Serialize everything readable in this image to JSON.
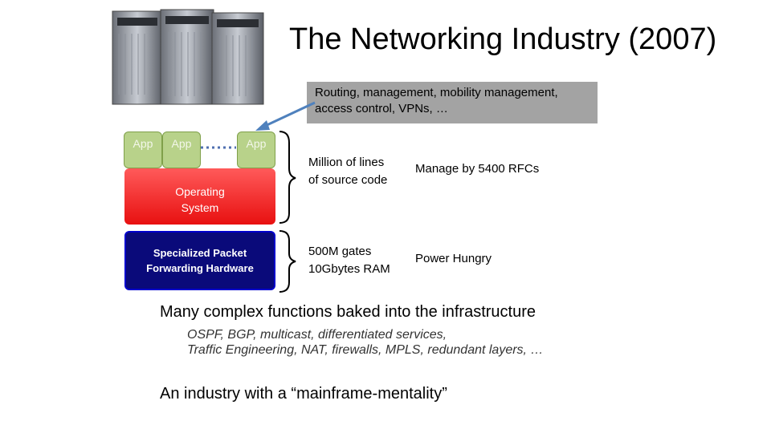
{
  "title": "The Networking Industry (2007)",
  "callout": {
    "line1": "Routing, management, mobility management,",
    "line2": "access control, VPNs, …"
  },
  "stack": {
    "apps": [
      "App",
      "App",
      "App"
    ],
    "os_line1": "Operating",
    "os_line2": "System",
    "hw_line1": "Specialized Packet",
    "hw_line2": "Forwarding Hardware"
  },
  "facts": {
    "software_line1": "Million of lines",
    "software_line2": "of source code",
    "software_note": "Manage by 5400 RFCs",
    "hardware_line1": "500M gates",
    "hardware_line2": "10Gbytes RAM",
    "hardware_note": "Power Hungry"
  },
  "summary": {
    "heading": "Many complex functions baked into the infrastructure",
    "examples_line1": "OSPF, BGP, multicast, differentiated services,",
    "examples_line2": "Traffic Engineering, NAT, firewalls, MPLS, redundant layers, …",
    "conclusion": "An industry with a “mainframe-mentality”"
  },
  "colors": {
    "app_fill": "#b8d28a",
    "os_fill": "#e81010",
    "hw_fill": "#0a0a7a",
    "callout_fill": "#a3a3a3",
    "arrow": "#4f81bd"
  }
}
